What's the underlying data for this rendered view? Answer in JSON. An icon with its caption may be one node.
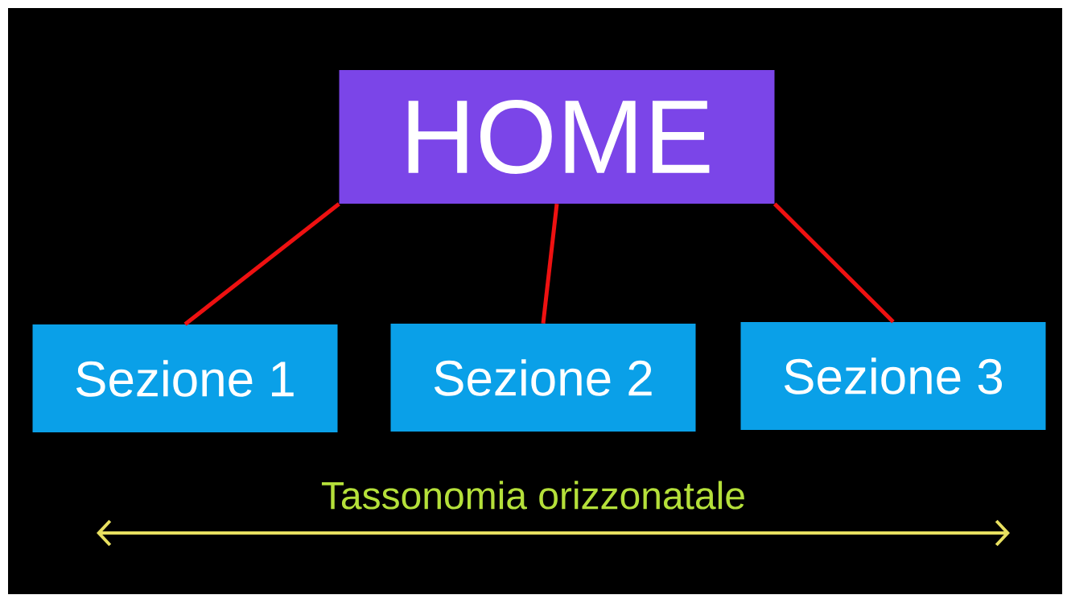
{
  "diagram": {
    "nodes": [
      {
        "text": [
          "HOME"
        ]
      },
      {
        "text": [
          "Sezione 1"
        ]
      },
      {
        "text": [
          "Sezione 2"
        ]
      },
      {
        "text": [
          "Sezione 3"
        ]
      }
    ],
    "edges": [
      {
        "from": 0,
        "to": 1,
        "arrow": "none"
      },
      {
        "from": 0,
        "to": 2,
        "arrow": "none"
      },
      {
        "from": 0,
        "to": 3,
        "arrow": "none"
      }
    ],
    "labels": [
      "Tassonomia orizzonatale"
    ]
  }
}
